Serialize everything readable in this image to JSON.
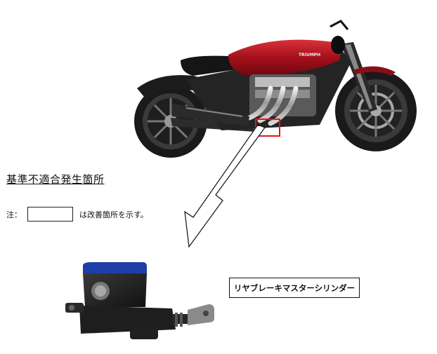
{
  "figure": {
    "title": "基準不適合発生箇所",
    "note": {
      "label": "注：",
      "text": "は改善箇所を示す。"
    },
    "part_label": "リヤブレーキマスターシリンダー",
    "motorcycle": {
      "brand_mark": "TRIUMPH"
    },
    "colors": {
      "tank_red": "#b3141f",
      "highlight_box": "#e01818",
      "reservoir_blue": "#1f3fa8",
      "body_black": "#1b1b1b"
    }
  }
}
